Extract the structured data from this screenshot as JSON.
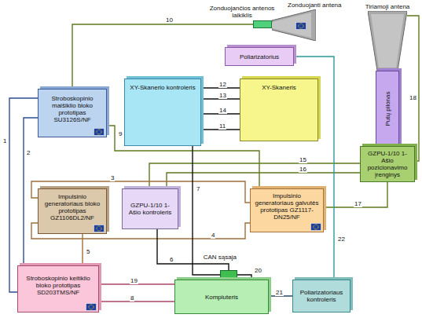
{
  "diagram": {
    "nodes": [
      {
        "text": [
          "Zonduojančios antenos laikiklis"
        ]
      },
      {
        "text": [
          "Zonduojanti antena"
        ]
      },
      {
        "text": [
          "Tiriamoji antena"
        ]
      },
      {
        "text": [
          "Poliarizatorius"
        ]
      },
      {
        "text": [
          "Stroboskopinio maišiklio bloko prototipas SU3126S/NF"
        ]
      },
      {
        "text": [
          "XY-Skanerio kontroleris"
        ]
      },
      {
        "text": [
          "XY-Skaneris"
        ]
      },
      {
        "text": [
          "Putų pilonas"
        ]
      },
      {
        "text": [
          "GZPU-1/10 1-Ašio pozicionavimo įrenginys"
        ]
      },
      {
        "text": [
          "Impulsinio generatoriaus bloko prototipas GZ1106DL2/NF"
        ]
      },
      {
        "text": [
          "GZPU-1/10 1-Ašio kontroleris"
        ]
      },
      {
        "text": [
          "Impulsinio generatoriaus galvutės prototipas GZ1117-DN25/NF"
        ]
      },
      {
        "text": [
          "CAN sąsaja"
        ]
      },
      {
        "text": [
          "Stroboskopinio keitiklio bloko prototipas SD203TMS/NF"
        ]
      },
      {
        "text": [
          "Kompiuteris"
        ]
      },
      {
        "text": [
          "Poliarizatoriaus kontroleris"
        ]
      }
    ],
    "edges": [
      {
        "from": 4,
        "to": 0,
        "arrow": "none",
        "label": "10"
      },
      {
        "from": 4,
        "to": 13,
        "arrow": "none",
        "label": "1"
      },
      {
        "from": 4,
        "to": 13,
        "arrow": "none",
        "label": "2"
      },
      {
        "from": 4,
        "to": 11,
        "arrow": "none",
        "label": "9"
      },
      {
        "from": 5,
        "to": 6,
        "arrow": "none",
        "label": "12"
      },
      {
        "from": 5,
        "to": 6,
        "arrow": "none",
        "label": "13"
      },
      {
        "from": 5,
        "to": 6,
        "arrow": "none",
        "label": "14"
      },
      {
        "from": 5,
        "to": 6,
        "arrow": "none",
        "label": "11"
      },
      {
        "from": 2,
        "to": 8,
        "arrow": "none",
        "label": "18"
      },
      {
        "from": 8,
        "to": 10,
        "arrow": "none",
        "label": "15"
      },
      {
        "from": 8,
        "to": 10,
        "arrow": "none",
        "label": "16"
      },
      {
        "from": 8,
        "to": 11,
        "arrow": "none",
        "label": "17"
      },
      {
        "from": 9,
        "to": 11,
        "arrow": "none",
        "label": "3"
      },
      {
        "from": 9,
        "to": 11,
        "arrow": "none",
        "label": "4"
      },
      {
        "from": 9,
        "to": 13,
        "arrow": "none",
        "label": "5"
      },
      {
        "from": 5,
        "to": 12,
        "arrow": "none",
        "label": "7"
      },
      {
        "from": 10,
        "to": 12,
        "arrow": "none",
        "label": "6"
      },
      {
        "from": 12,
        "to": 14,
        "arrow": "none",
        "label": "20"
      },
      {
        "from": 13,
        "to": 14,
        "arrow": "none",
        "label": "19"
      },
      {
        "from": 13,
        "to": 14,
        "arrow": "none",
        "label": "8"
      },
      {
        "from": 14,
        "to": 15,
        "arrow": "none",
        "label": "21"
      },
      {
        "from": 15,
        "to": 3,
        "arrow": "none",
        "label": "22"
      }
    ]
  }
}
